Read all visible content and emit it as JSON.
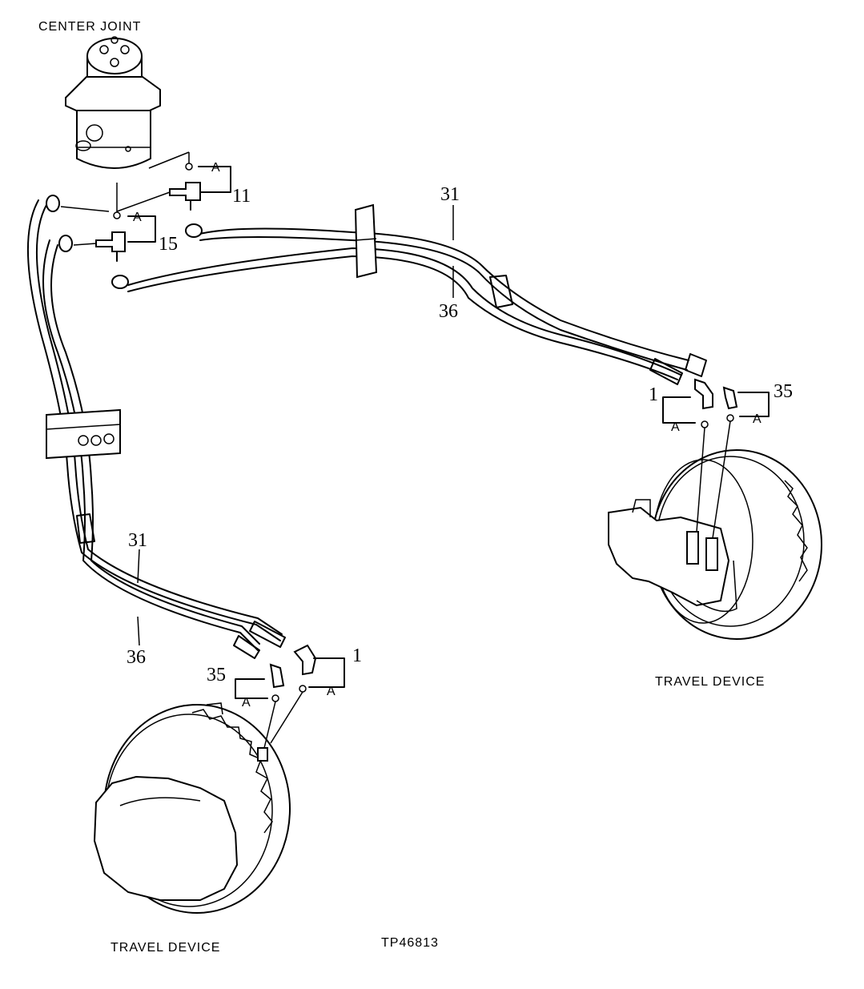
{
  "labels": {
    "center_joint": "CENTER JOINT",
    "travel_device_right": "TRAVEL DEVICE",
    "travel_device_left": "TRAVEL DEVICE",
    "figure_id": "TP46813"
  },
  "callouts": {
    "c11": "11",
    "c15": "15",
    "c31_top": "31",
    "c36_top": "36",
    "c31_bottom": "31",
    "c36_bottom": "36",
    "c1_right": "1",
    "c35_right": "35",
    "c1_left": "1",
    "c35_left": "35",
    "a": "A"
  }
}
